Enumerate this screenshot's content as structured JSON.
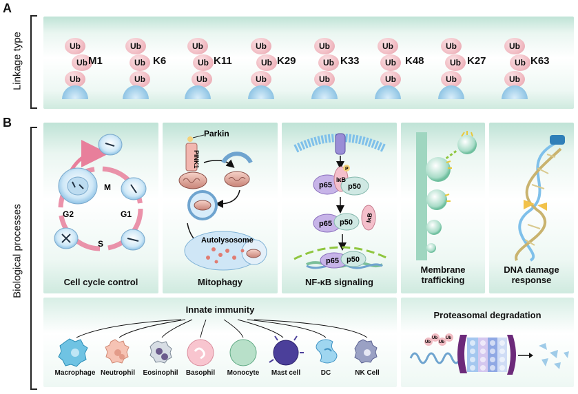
{
  "section_a": {
    "letter": "A",
    "side_label": "Linkage type",
    "ub_text": "Ub",
    "linkages": [
      "M1",
      "K6",
      "K11",
      "K29",
      "K33",
      "K48",
      "K27",
      "K63"
    ]
  },
  "section_b": {
    "letter": "B",
    "side_label": "Biological processes",
    "panels": {
      "cell_cycle": {
        "title": "Cell cycle control",
        "phase_m": "M",
        "phase_g1": "G1",
        "phase_s": "S",
        "phase_g2": "G2"
      },
      "mitophagy": {
        "title": "Mitophagy",
        "parkin": "Parkin",
        "pink1": "PINK1",
        "autolysosome": "Autolysosome"
      },
      "nfkb": {
        "title": "NF-κB signaling",
        "p65": "p65",
        "p50": "p50",
        "ikb": "IκB",
        "p": "P"
      },
      "membrane": {
        "title": "Membrane trafficking"
      },
      "dna": {
        "title": "DNA damage response"
      },
      "innate": {
        "title": "Innate immunity",
        "cells": [
          "Macrophage",
          "Neutrophil",
          "Eosinophil",
          "Basophil",
          "Monocyte",
          "Mast cell",
          "DC",
          "NK  Cell"
        ]
      },
      "proteasome": {
        "title": "Proteasomal  degradation",
        "ub_small": "Ub"
      }
    }
  },
  "colors": {
    "panel_top": "#bfe3d6",
    "ub_pink": "#f1bcc3",
    "dome_blue": "#8ec4e4",
    "cycle_arrow": "#e87f9b"
  }
}
